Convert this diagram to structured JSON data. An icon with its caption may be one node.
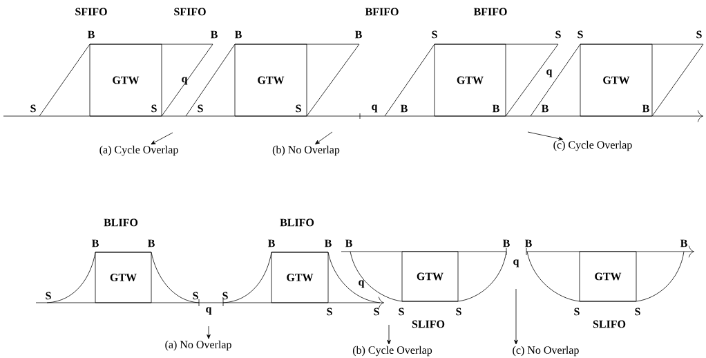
{
  "diagram": {
    "nodes": [
      {
        "text": [
          "GTW"
        ]
      },
      {
        "text": [
          "GTW"
        ]
      },
      {
        "text": [
          "GTW"
        ]
      },
      {
        "text": [
          "GTW"
        ]
      },
      {
        "text": [
          "(a) Cycle Overlap"
        ]
      },
      {
        "text": [
          "(b) No Overlap"
        ]
      },
      {
        "text": [
          "(c) Cycle Overlap"
        ]
      },
      {
        "text": [
          "GTW"
        ]
      },
      {
        "text": [
          "GTW"
        ]
      },
      {
        "text": [
          "GTW"
        ]
      },
      {
        "text": [
          "GTW"
        ]
      },
      {
        "text": [
          "(a) No Overlap"
        ]
      },
      {
        "text": [
          "(b) Cycle Overlap"
        ]
      },
      {
        "text": [
          "(c) No Overlap"
        ]
      }
    ],
    "edges": [
      {
        "from": null,
        "to": 4,
        "arrow": "to"
      },
      {
        "from": null,
        "to": 5,
        "arrow": "to"
      },
      {
        "from": null,
        "to": 6,
        "arrow": "to"
      },
      {
        "from": null,
        "to": 11,
        "arrow": "to"
      },
      {
        "from": null,
        "to": 12,
        "arrow": "to"
      },
      {
        "from": null,
        "to": 13,
        "arrow": "to"
      }
    ],
    "labels": [
      "SFIFO",
      "SFIFO",
      "BFIFO",
      "BFIFO",
      "B",
      "B",
      "B",
      "B",
      "S",
      "S",
      "S",
      "S",
      "q",
      "q",
      "S",
      "S",
      "S",
      "S",
      "q",
      "B",
      "B",
      "B",
      "B",
      "BLIFO",
      "BLIFO",
      "B",
      "B",
      "B",
      "B",
      "B",
      "B",
      "B",
      "B",
      "q",
      "q",
      "S",
      "S",
      "S",
      "q",
      "S",
      "S",
      "S",
      "S",
      "S",
      "S",
      "SLIFO",
      "SLIFO"
    ]
  }
}
